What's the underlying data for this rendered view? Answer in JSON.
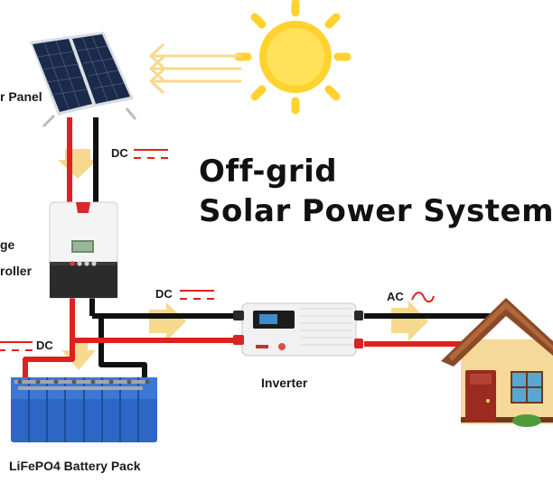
{
  "title": {
    "line1": "Off-grid",
    "line2": "Solar Power System"
  },
  "labels": {
    "solar_panel": "r Panel",
    "controller_line1": "ge",
    "controller_line2": "roller",
    "battery": "LiFePO4 Battery Pack",
    "inverter": "Inverter",
    "dc_panel": "DC",
    "dc_inverter": "DC",
    "dc_battery": "DC",
    "ac_house": "AC"
  },
  "colors": {
    "positive_wire": "#e01f1f",
    "negative_wire": "#111111",
    "arrow": "#f5d88a",
    "sun": "#ffd22e",
    "battery": "#2d66c4",
    "roof": "#8a4a28",
    "wall": "#f5d99a",
    "door": "#9b2b1e",
    "window": "#5aa6d0"
  }
}
